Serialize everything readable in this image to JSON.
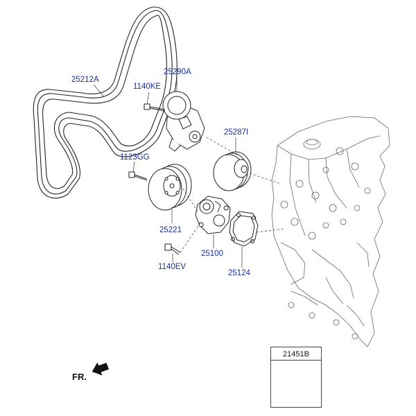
{
  "labels": {
    "belt": "25212A",
    "tensioner": "25290A",
    "bolt_tensioner": "1140KE",
    "idler": "25287I",
    "bolt_pulley": "1123GG",
    "pulley": "25221",
    "pump": "25100",
    "gasket": "25124",
    "bolt_pump": "1140EV"
  },
  "front_indicator": "FR.",
  "inset": {
    "part_no": "21451B"
  },
  "colors": {
    "label": "#1a2fa0",
    "line": "#222222",
    "engine": "#555555"
  }
}
